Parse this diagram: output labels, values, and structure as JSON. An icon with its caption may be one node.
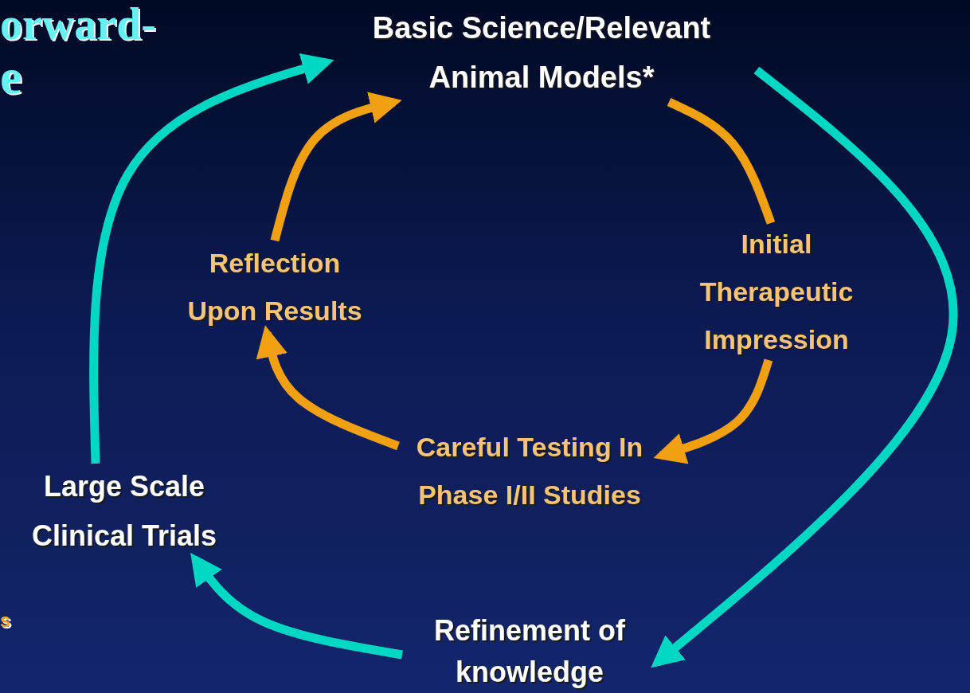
{
  "diagram": {
    "nodes": [
      {
        "text": [
          "Basic Science/Relevant Animal Models*"
        ]
      },
      {
        "text": [
          "Initial Therapeutic Impression"
        ]
      },
      {
        "text": [
          "Careful Testing In Phase I/II Studies"
        ]
      },
      {
        "text": [
          "Reflection Upon Results"
        ]
      },
      {
        "text": [
          "Refinement of knowledge"
        ]
      },
      {
        "text": [
          "Large Scale Clinical Trials"
        ]
      }
    ],
    "edges": [
      {
        "from": 0,
        "to": 1,
        "arrow": "none"
      },
      {
        "from": 1,
        "to": 2,
        "arrow": "to"
      },
      {
        "from": 2,
        "to": 3,
        "arrow": "to"
      },
      {
        "from": 3,
        "to": 0,
        "arrow": "to"
      },
      {
        "from": 0,
        "to": 4,
        "arrow": "to",
        "color": "#00d8c4"
      },
      {
        "from": 4,
        "to": 5,
        "arrow": "to",
        "color": "#00d8c4"
      },
      {
        "from": 5,
        "to": 0,
        "arrow": "to",
        "color": "#00d8c4"
      }
    ],
    "labels": [
      "orward-",
      "e",
      "s"
    ]
  }
}
